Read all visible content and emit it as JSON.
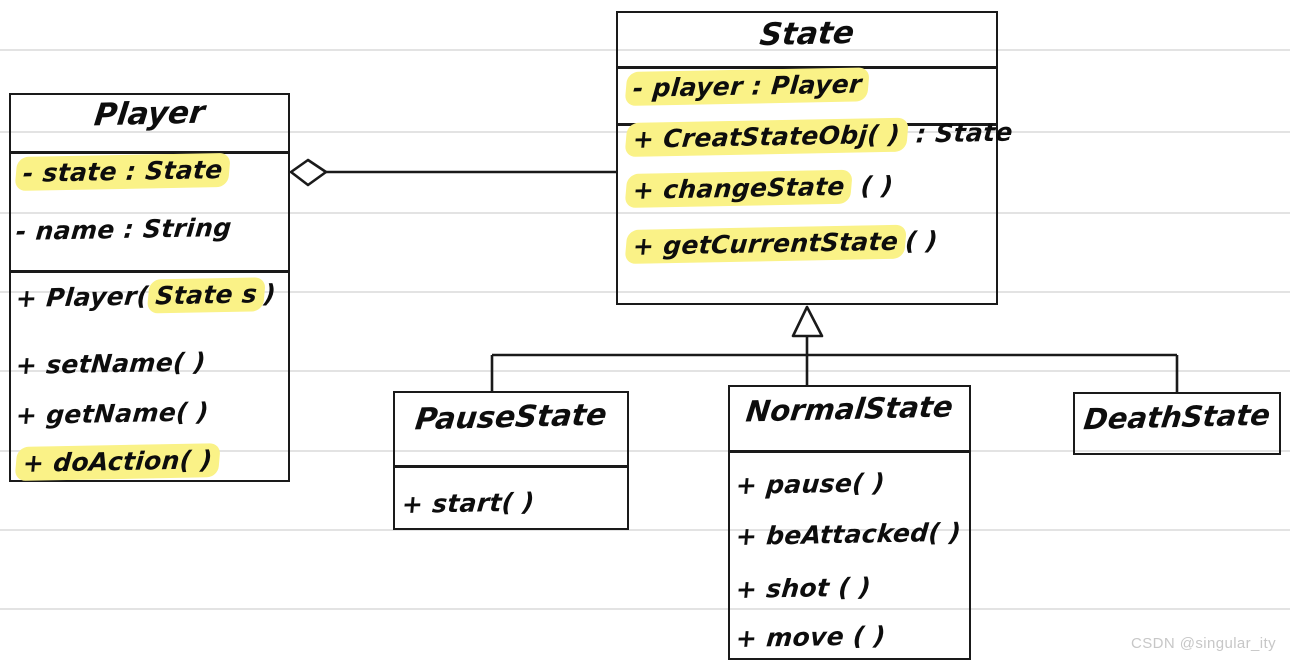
{
  "diagram": {
    "title_note": "Hand-drawn UML class diagram on ruled notebook paper",
    "watermark": "CSDN @singular_ity",
    "highlight_color": "#faf287",
    "ink_color": "#0d0d0d",
    "rule_color": "#e3e3e3"
  },
  "classes": {
    "player": {
      "name": "Player",
      "attributes": [
        {
          "text": "- state : State",
          "highlighted": true
        },
        {
          "text": "- name : String",
          "highlighted": false
        }
      ],
      "methods": [
        {
          "text": "+ Player(",
          "arg": "State s",
          "tail": ")",
          "highlighted": false,
          "arg_highlighted": true
        },
        {
          "text": "+ setName( )",
          "highlighted": false
        },
        {
          "text": "+ getName( )",
          "highlighted": false
        },
        {
          "text": "+ doAction( )",
          "highlighted": true
        }
      ]
    },
    "state": {
      "name": "State",
      "attributes": [
        {
          "text": "- player : Player",
          "highlighted": true
        }
      ],
      "methods": [
        {
          "text": "+ CreatStateObj( )",
          "tail": " : State",
          "highlighted": true
        },
        {
          "text": "+ changeState",
          "tail": " ( )",
          "highlighted": true
        },
        {
          "text": "+ getCurrentState",
          "tail": "( )",
          "highlighted": true
        }
      ]
    },
    "pause_state": {
      "name": "PauseState",
      "methods": [
        {
          "text": "+ start( )",
          "highlighted": false
        }
      ]
    },
    "normal_state": {
      "name": "NormalState",
      "methods": [
        {
          "text": "+ pause( )",
          "highlighted": false
        },
        {
          "text": "+ beAttacked( )",
          "highlighted": false
        },
        {
          "text": "+ shot ( )",
          "highlighted": false
        },
        {
          "text": "+ move ( )",
          "highlighted": false
        }
      ]
    },
    "death_state": {
      "name": "DeathState",
      "methods": []
    }
  },
  "relationships": [
    {
      "type": "aggregation",
      "from": "State",
      "to": "Player",
      "marker": "hollow-diamond"
    },
    {
      "type": "generalization",
      "from": "PauseState",
      "to": "State",
      "marker": "hollow-triangle"
    },
    {
      "type": "generalization",
      "from": "NormalState",
      "to": "State",
      "marker": "hollow-triangle"
    },
    {
      "type": "generalization",
      "from": "DeathState",
      "to": "State",
      "marker": "hollow-triangle"
    }
  ]
}
